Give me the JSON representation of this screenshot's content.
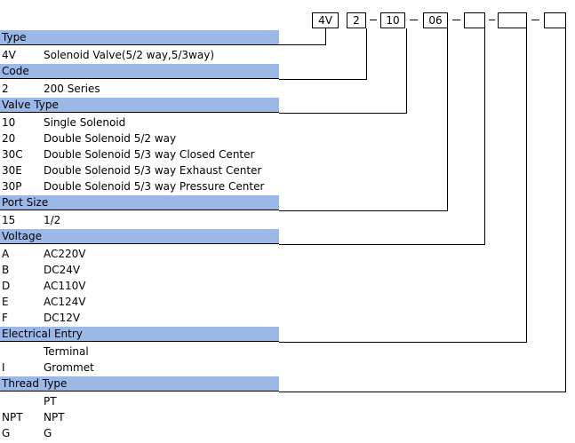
{
  "model_code": {
    "boxes": [
      "4V",
      "2",
      "10",
      "06",
      "",
      "",
      ""
    ]
  },
  "sections": {
    "type": {
      "title": "Type",
      "rows": [
        {
          "code": "4V",
          "desc": "Solenoid Valve(5/2 way,5/3way)"
        }
      ]
    },
    "code": {
      "title": "Code",
      "rows": [
        {
          "code": "2",
          "desc": "200 Series"
        }
      ]
    },
    "valve_type": {
      "title": "Valve Type",
      "rows": [
        {
          "code": "10",
          "desc": "Single Solenoid"
        },
        {
          "code": "20",
          "desc": "Double Solenoid 5/2 way"
        },
        {
          "code": "30C",
          "desc": "Double Solenoid 5/3 way Closed Center"
        },
        {
          "code": "30E",
          "desc": "Double Solenoid 5/3 way Exhaust Center"
        },
        {
          "code": "30P",
          "desc": "Double Solenoid 5/3 way Pressure Center"
        }
      ]
    },
    "port_size": {
      "title": "Port Size",
      "rows": [
        {
          "code": "15",
          "desc": "1/2"
        }
      ]
    },
    "voltage": {
      "title": "Voltage",
      "rows": [
        {
          "code": "A",
          "desc": "AC220V"
        },
        {
          "code": "B",
          "desc": "DC24V"
        },
        {
          "code": "D",
          "desc": "AC110V"
        },
        {
          "code": "E",
          "desc": "AC124V"
        },
        {
          "code": "F",
          "desc": "DC12V"
        }
      ]
    },
    "electrical_entry": {
      "title": "Electrical Entry",
      "rows": [
        {
          "code": "",
          "desc": "Terminal"
        },
        {
          "code": "I",
          "desc": "Grommet"
        }
      ]
    },
    "thread_type": {
      "title": "Thread Type",
      "rows": [
        {
          "code": "",
          "desc": "PT"
        },
        {
          "code": "NPT",
          "desc": "NPT"
        },
        {
          "code": "G",
          "desc": "G"
        }
      ]
    }
  }
}
